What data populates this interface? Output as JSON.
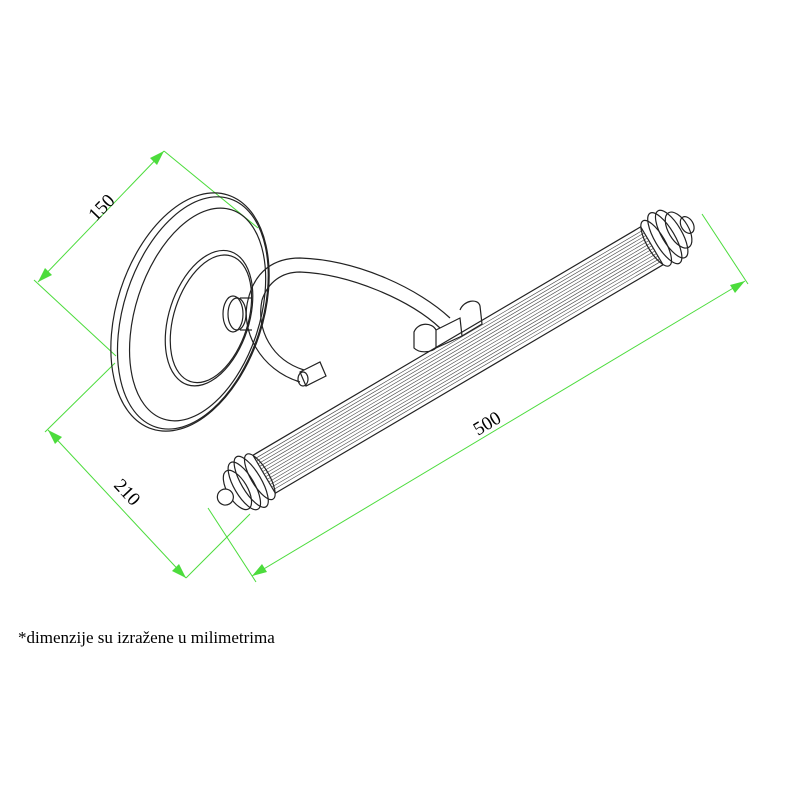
{
  "dimensions": {
    "plate_width": "150",
    "projection": "210",
    "length": "500"
  },
  "note": "*dimenzije su izražene u milimetrima",
  "colors": {
    "dimension_line": "#4cdc3c",
    "drawing_line": "#222222"
  }
}
